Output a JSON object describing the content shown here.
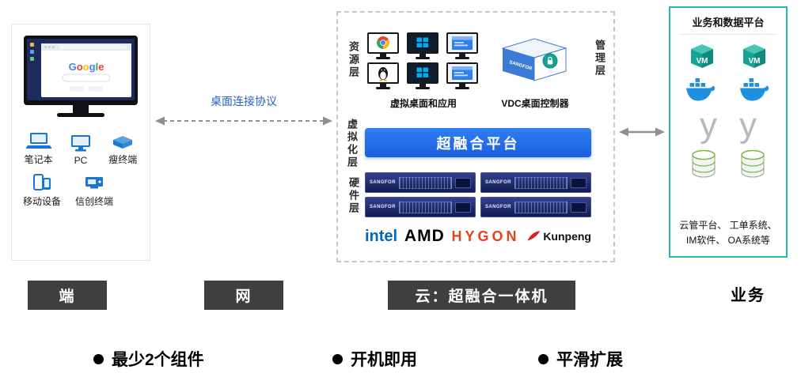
{
  "left_panel": {
    "monitor": {
      "letters": [
        {
          "ch": "G",
          "color": "#4285F4"
        },
        {
          "ch": "o",
          "color": "#EA4335"
        },
        {
          "ch": "o",
          "color": "#FBBC05"
        },
        {
          "ch": "g",
          "color": "#4285F4"
        },
        {
          "ch": "l",
          "color": "#34A853"
        },
        {
          "ch": "e",
          "color": "#EA4335"
        }
      ]
    },
    "devices": [
      {
        "label": "笔记本",
        "icon": "laptop-icon"
      },
      {
        "label": "PC",
        "icon": "desktop-pc-icon"
      },
      {
        "label": "瘦终端",
        "icon": "thin-client-icon"
      },
      {
        "label": "移动设备",
        "icon": "mobile-devices-icon"
      },
      {
        "label": "信创终端",
        "icon": "xinchuang-terminal-icon"
      }
    ]
  },
  "connection": {
    "protocol_label": "桌面连接协议"
  },
  "center_panel": {
    "layers": {
      "resource": "资源层",
      "management": "管理层",
      "virtualization": "虚拟化层",
      "hardware": "硬件层"
    },
    "virtual_desktop_label": "虚拟桌面和应用",
    "vdc_controller_label": "VDC桌面控制器",
    "vdc_brand": "SANGFOR",
    "platform_label": "超融合平台",
    "server_brand": "SANGFOR",
    "vendors": [
      {
        "name": "intel",
        "color": "#0068B5"
      },
      {
        "name": "AMD",
        "color": "#000000"
      },
      {
        "name": "HYGON",
        "color": "#E0451F"
      },
      {
        "name": "Kunpeng",
        "color": "#E02020"
      }
    ]
  },
  "right_panel": {
    "title": "业务和数据平台",
    "vm_label": "VM",
    "y_logo_text": "y",
    "caption": "云管平台、 工单系统、\nIM软件、 OA系统等",
    "icon_rows": [
      "vm-icon",
      "docker-icon",
      "y-logo-icon",
      "database-icon"
    ]
  },
  "bottom_labels": [
    {
      "text": "端"
    },
    {
      "text": "网"
    },
    {
      "text": "云：超融合一体机"
    },
    {
      "text": "业务"
    }
  ],
  "bullets": [
    {
      "text": "最少2个组件"
    },
    {
      "text": "开机即用"
    },
    {
      "text": "平滑扩展"
    }
  ],
  "colors": {
    "platform_blue": "#1E6FE1",
    "right_panel_border": "#2CB8B0",
    "tag_box_bg": "#3F3F3F",
    "device_blue": "#1976D2",
    "docker_blue": "#1D90E0",
    "server_navy": "#1B2A5E",
    "protocol_text": "#2A62C0"
  }
}
